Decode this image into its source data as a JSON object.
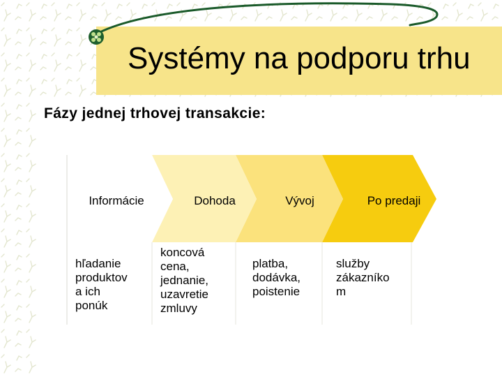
{
  "slide": {
    "title": "Systémy na podporu trhu",
    "subtitle": "Fázy jednej trhovej transakcie:"
  },
  "colors": {
    "title_bar": "#f7e48a",
    "arrow_1": "#ffffff",
    "arrow_2": "#fdf1b5",
    "arrow_3": "#fbe27c",
    "arrow_4": "#f6cc0f",
    "accent_swoosh": "#1a5a2a"
  },
  "phases": [
    {
      "label": "Informácie",
      "details": [
        "hľadanie",
        "produktov",
        "a ich",
        "ponúk"
      ]
    },
    {
      "label": "Dohoda",
      "details": [
        "koncová",
        "cena,",
        "jednanie,",
        "uzavretie",
        "zmluvy"
      ]
    },
    {
      "label": "Vývoj",
      "details": [
        "platba,",
        "dodávka,",
        "poistenie"
      ]
    },
    {
      "label": "Po predaji",
      "details": [
        "služby",
        "zákazníko",
        "m"
      ]
    }
  ],
  "icons": [
    "bullet-orb-icon",
    "tree-pattern-icon"
  ]
}
